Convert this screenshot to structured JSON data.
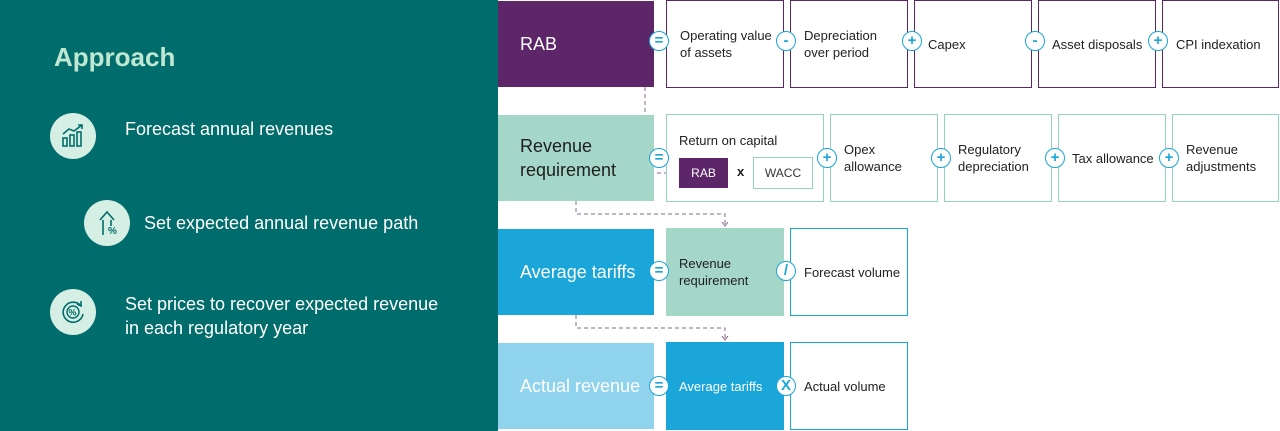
{
  "approach": {
    "title": "Approach",
    "steps": [
      {
        "icon": "growth-chart-icon",
        "text": "Forecast annual revenues"
      },
      {
        "icon": "percent-upward-arrow-icon",
        "text": "Set expected annual revenue path"
      },
      {
        "icon": "percent-cycle-icon",
        "text": "Set prices to recover expected revenue in  each regulatory year"
      }
    ]
  },
  "rows": [
    {
      "label": "RAB",
      "items": [
        {
          "op": "=",
          "text": "Operating value of assets"
        },
        {
          "op": "-",
          "text": "Depreciation over period"
        },
        {
          "op": "+",
          "text": "Capex"
        },
        {
          "op": "-",
          "text": "Asset disposals"
        },
        {
          "op": "+",
          "text": "CPI indexation"
        }
      ]
    },
    {
      "label": "Revenue requirement",
      "return_on_capital": {
        "op": "=",
        "title": "Return on capital",
        "rab": "RAB",
        "times": "x",
        "wacc": "WACC"
      },
      "items": [
        {
          "op": "+",
          "text": "Opex allowance"
        },
        {
          "op": "+",
          "text": "Regulatory depreciation"
        },
        {
          "op": "+",
          "text": "Tax allowance"
        },
        {
          "op": "+",
          "text": "Revenue adjustments"
        }
      ]
    },
    {
      "label": "Average tariffs",
      "items": [
        {
          "op": "=",
          "text": "Revenue requirement"
        },
        {
          "op": "/",
          "text": "Forecast volume"
        }
      ]
    },
    {
      "label": "Actual revenue",
      "items": [
        {
          "op": "=",
          "text": "Average tariffs"
        },
        {
          "op": "X",
          "text": "Actual volume"
        }
      ]
    }
  ],
  "colors": {
    "left_panel": "#006c6c",
    "approach_title": "#bfe7d2",
    "icon_circle": "#d6efe4",
    "rab_purple": "#5c2669",
    "revenue_mint": "#a5d7c9",
    "tariff_blue": "#1aa6d8",
    "actual_lightblue": "#8fd3ec",
    "operator": "#1aa6d8"
  }
}
